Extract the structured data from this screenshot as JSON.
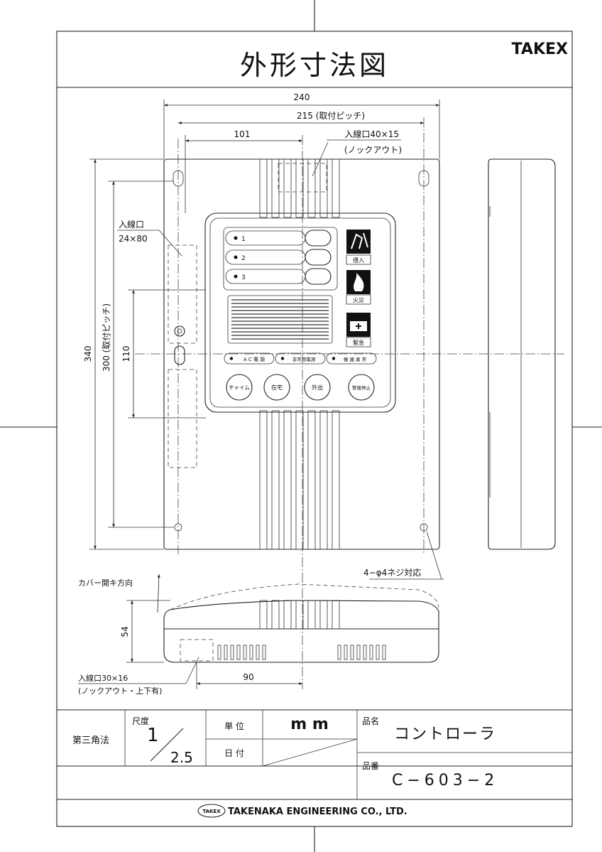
{
  "title": "外形寸法図",
  "brand": "TAKEX",
  "dims": {
    "w240": "240",
    "w215": "215 (取付ピッチ)",
    "w101": "101",
    "knock_top_1": "入線口40×15",
    "knock_top_2": "(ノックアウト)",
    "side_knock_1": "入線口",
    "side_knock_2": "24×80",
    "h340": "340",
    "h300": "300 (取付ピッチ)",
    "h110": "110",
    "screw": "4−φ4ネジ対応",
    "cover": "カバー開キ方向",
    "h54": "54",
    "w90": "90",
    "bottom_knock_1": "入線口30×16",
    "bottom_knock_2": "(ノックアウト・上下有)"
  },
  "panel": {
    "zones": [
      "1",
      "2",
      "3"
    ],
    "icons": [
      {
        "name": "intrusion-icon",
        "label": "侵入"
      },
      {
        "name": "fire-icon",
        "label": "火災"
      },
      {
        "name": "emergency-icon",
        "label": "緊急"
      }
    ],
    "indicators": [
      "A C 電 源",
      "非常用電源",
      "機 器 異 常"
    ],
    "buttons": [
      "チャイム",
      "在宅",
      "外出",
      "警報停止"
    ]
  },
  "titleblock": {
    "projection": "第三角法",
    "scale_label": "尺度",
    "scale_num": "1",
    "scale_den": "2.5",
    "unit_label": "単 位",
    "unit_value": "m m",
    "date_label": "日 付",
    "product_name_label": "品名",
    "product_name": "コントローラ",
    "product_no_label": "品番",
    "product_no": "C−603−2",
    "footer_logo": "TAKEX",
    "company": "TAKENAKA ENGINEERING CO., LTD."
  }
}
